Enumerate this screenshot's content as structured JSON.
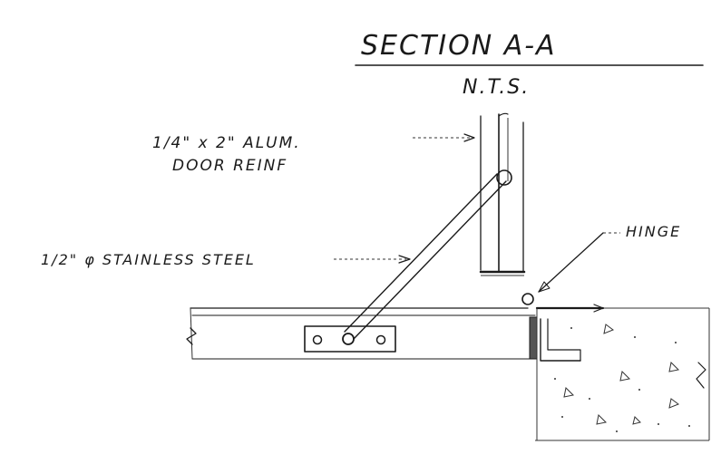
{
  "title": "SECTION  A-A",
  "subtitle": "N.T.S.",
  "labels": {
    "reinf_line1": "1/4\" x 2\" ALUM.",
    "reinf_line2": "DOOR REINF",
    "rod": "1/2\" φ STAINLESS STEEL",
    "hinge": "HINGE"
  },
  "colors": {
    "ink": "#1a1a1a",
    "paper": "#ffffff"
  }
}
